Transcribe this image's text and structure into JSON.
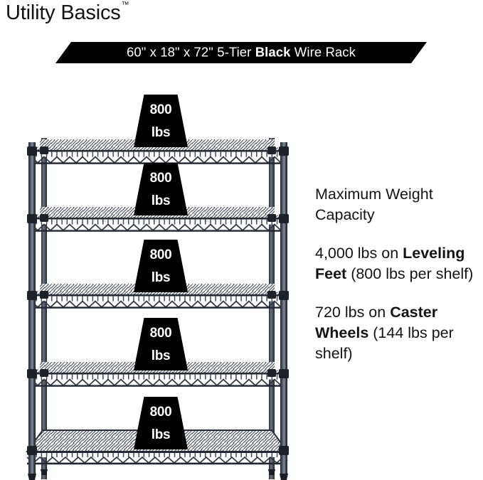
{
  "brand": {
    "name": "Utility Basics",
    "trademark": "™"
  },
  "banner": {
    "dimensions": "60\" x 18\" x 72\"",
    "tier": "5-Tier",
    "color_word": "Black",
    "product": "Wire Rack",
    "full_text": "60\" x 18\" x 72\" 5-Tier Black Wire Rack",
    "background_color": "#000000",
    "text_color": "#ffffff"
  },
  "copy": {
    "heading": "Maximum Weight Capacity",
    "leveling": {
      "total": "4,000 lbs on ",
      "emphasis": "Leveling Feet",
      "detail": " (800 lbs per shelf)"
    },
    "caster": {
      "total": "720 lbs on ",
      "emphasis": "Caster Wheels",
      "detail": " (144 lbs per shelf)"
    }
  },
  "product": {
    "shelf_count": 5,
    "frame_color": "#2b3038",
    "badges": [
      {
        "value": "800",
        "unit": "lbs",
        "shelf": 1
      },
      {
        "value": "800",
        "unit": "lbs",
        "shelf": 2
      },
      {
        "value": "800",
        "unit": "lbs",
        "shelf": 3
      },
      {
        "value": "800",
        "unit": "lbs",
        "shelf": 4
      },
      {
        "value": "800",
        "unit": "lbs",
        "shelf": 5
      }
    ]
  }
}
